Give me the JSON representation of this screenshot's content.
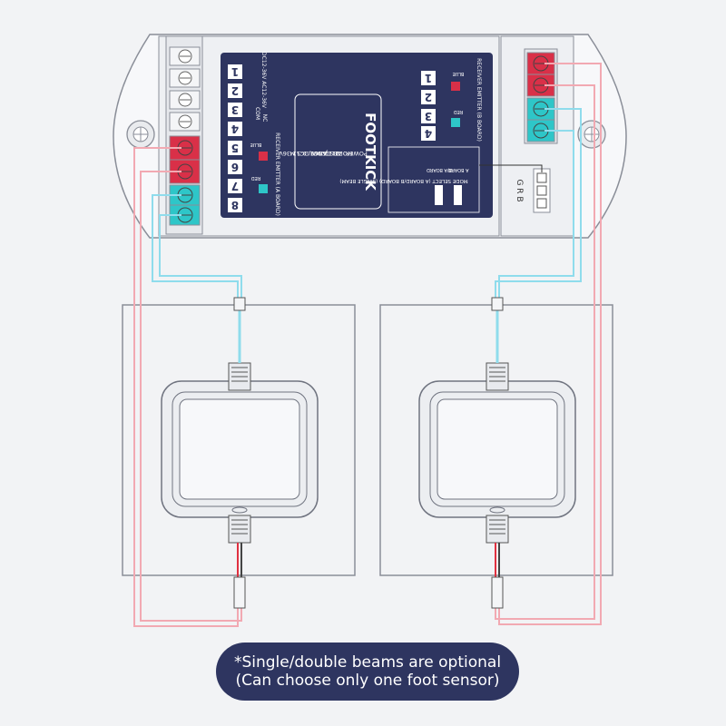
{
  "note": {
    "line1": "*Single/double beams are optional",
    "line2": "(Can choose only one  foot sensor)"
  },
  "panel": {
    "brand": "FOOTKICK",
    "specs": [
      "MODEL: JD001",
      "POWER: AC 12-36V/DC12-36V",
      "DISTANCE: 0-5 M"
    ],
    "left_caption": "RECEIVER EMITTER (A BOARD)",
    "com_label": "COM",
    "nc_label": "NC",
    "dc_label": "DC12-36V AC12-36V",
    "left_blue": "RED",
    "left_red": "BLUE",
    "right_caption": "RECEIVER EMITTER (B BOARD)",
    "right_blue": "RED",
    "right_red": "BLUE",
    "mode_caption": "MODE SELECT (A BOARD/B BOARD) (SINGLE BEAM)",
    "switch_a": "A BOARD",
    "switch_b": "B/A BOARD",
    "connector_label": "G R B",
    "left_numbers": [
      "1",
      "2",
      "3",
      "4",
      "5",
      "6",
      "7",
      "8"
    ],
    "right_numbers": [
      "1",
      "2",
      "3",
      "4"
    ]
  },
  "colors": {
    "red_wire": "#f2a9b2",
    "blue_wire": "#8fdcec",
    "terminal_red": "#d93048",
    "terminal_cyan": "#2ec6c8",
    "panel_navy": "#2e3560"
  }
}
